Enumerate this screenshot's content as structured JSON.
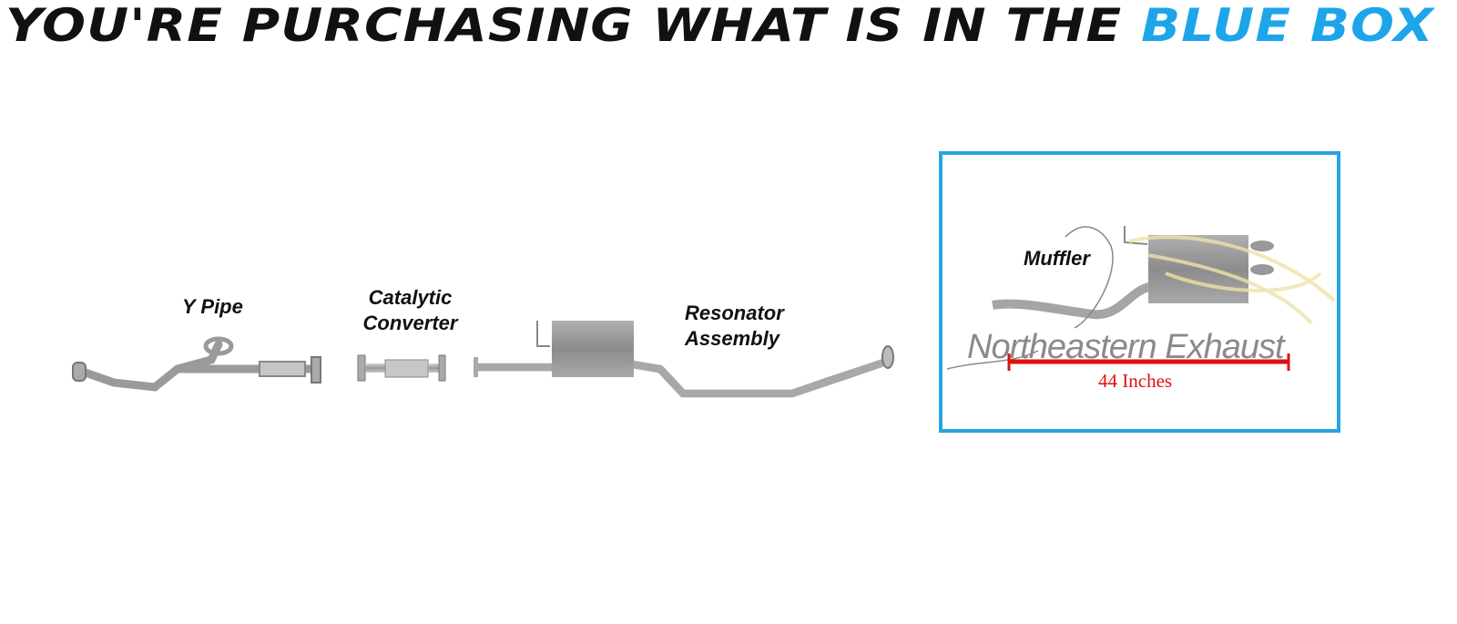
{
  "title": {
    "prefix": "YOU'RE PURCHASING WHAT IS IN THE",
    "highlight": "BLUE BOX",
    "highlight_color": "#1ea5e9"
  },
  "parts": {
    "y_pipe": "Y Pipe",
    "catalytic_line1": "Catalytic",
    "catalytic_line2": "Converter",
    "resonator_line1": "Resonator",
    "resonator_line2": "Assembly",
    "muffler": "Muffler"
  },
  "watermark": "Northeastern Exhaust",
  "measurement": {
    "label": "44 Inches",
    "color": "#e01010"
  },
  "box_color": "#27a4e2"
}
